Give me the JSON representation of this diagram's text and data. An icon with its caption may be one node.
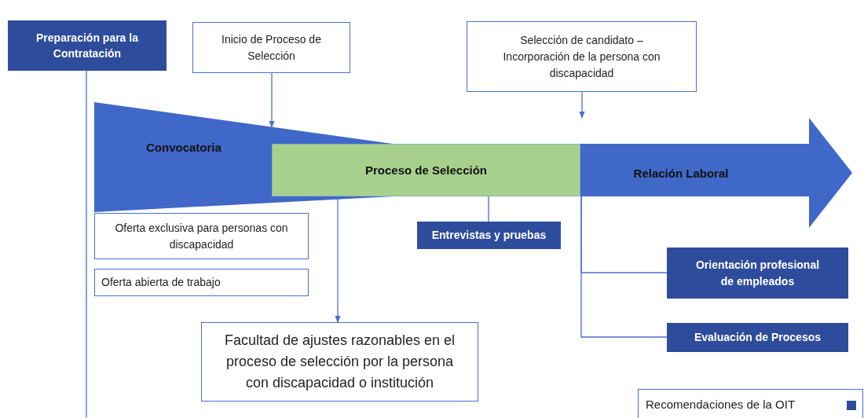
{
  "diagram": {
    "nodes": [
      {
        "text": [
          "Preparación para la Contratación"
        ]
      },
      {
        "text": [
          "Inicio de Proceso de Selección"
        ]
      },
      {
        "text": [
          "Selección de candidato – Incorporación de la persona con discapacidad"
        ]
      },
      {
        "text": [
          "Convocatoria"
        ]
      },
      {
        "text": [
          "Proceso de Selección"
        ]
      },
      {
        "text": [
          "Relación  Laboral"
        ]
      },
      {
        "text": [
          "Oferta exclusiva para personas con discapacidad"
        ]
      },
      {
        "text": [
          "Oferta abierta de trabajo"
        ]
      },
      {
        "text": [
          "Entrevistas y pruebas"
        ]
      },
      {
        "text": [
          "Facultad de ajustes razonables en el proceso de selección por la persona con discapacidad o institución"
        ]
      },
      {
        "text": [
          "Orientación profesional de empleados"
        ]
      },
      {
        "text": [
          "Evaluación de Procesos"
        ]
      }
    ],
    "edges": [
      {
        "from": 0,
        "to": null,
        "arrow": "none"
      },
      {
        "from": 1,
        "to": 3,
        "arrow": "to"
      },
      {
        "from": 2,
        "to": 5,
        "arrow": "to"
      },
      {
        "from": 4,
        "to": 9,
        "arrow": "to"
      },
      {
        "from": 4,
        "to": 8,
        "arrow": "none"
      },
      {
        "from": 5,
        "to": 10,
        "arrow": "none"
      },
      {
        "from": 5,
        "to": 11,
        "arrow": "none"
      }
    ],
    "legend": [
      {
        "text": "Recomendaciones de la OIT",
        "color": "#2e4c9c"
      }
    ]
  }
}
